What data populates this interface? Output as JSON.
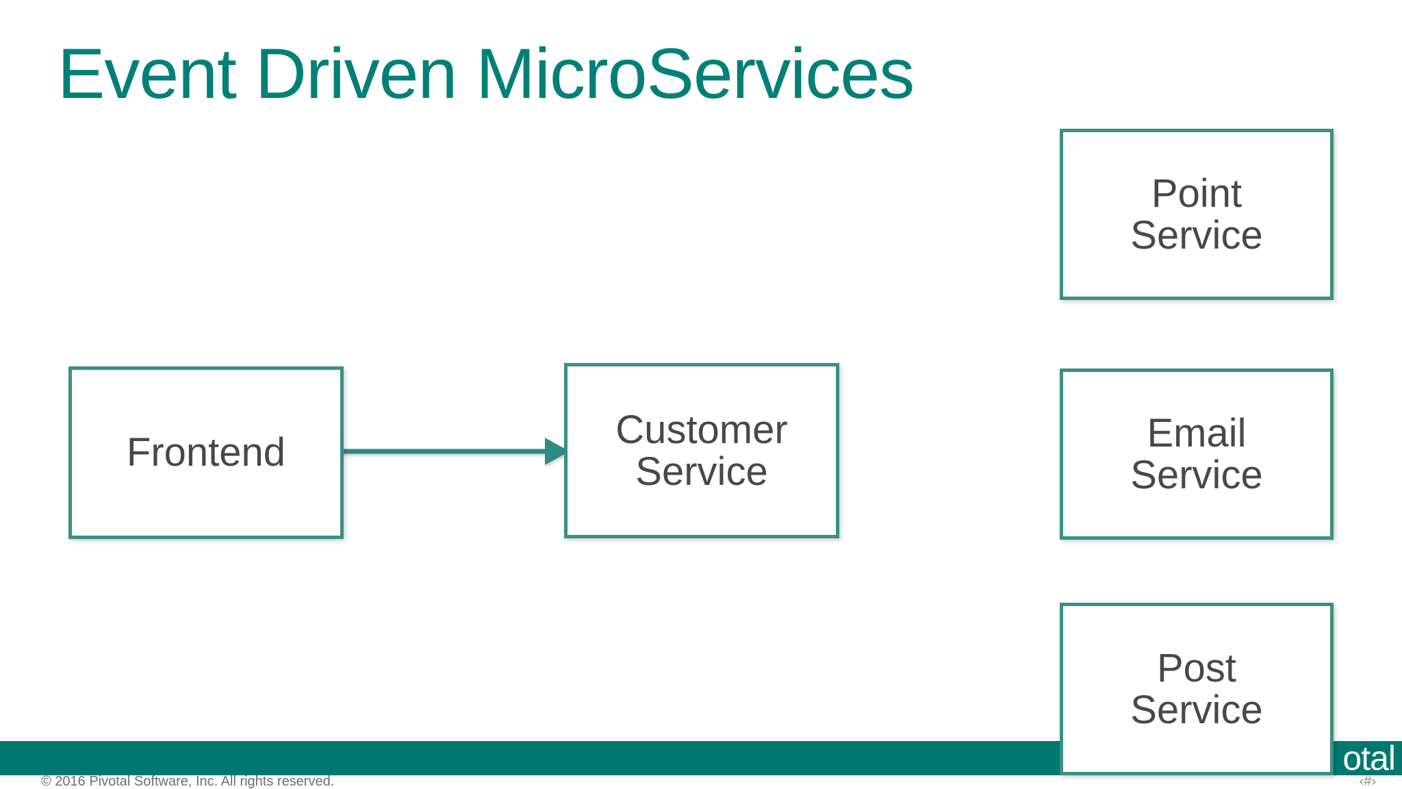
{
  "slide": {
    "title": "Event Driven MicroServices",
    "title_color": "#008077",
    "background_color": "#ffffff"
  },
  "diagram": {
    "node_border_color": "#3A8F87",
    "node_text_color": "#484848",
    "nodes": [
      {
        "id": "frontend",
        "label": "Frontend"
      },
      {
        "id": "customer-service",
        "label": "Customer\nService"
      },
      {
        "id": "point-service",
        "label": "Point\nService"
      },
      {
        "id": "email-service",
        "label": "Email\nService"
      },
      {
        "id": "post-service",
        "label": "Post\nService"
      }
    ],
    "edges": [
      {
        "id": "frontend-to-customer",
        "from": "frontend",
        "to": "customer-service",
        "color": "#2E8B84",
        "arrowhead": "end"
      }
    ]
  },
  "footer": {
    "bar_color": "#00786F",
    "copyright": "© 2016 Pivotal Software, Inc.  All rights reserved.",
    "brand": "otal",
    "slide_number": "‹#›"
  }
}
